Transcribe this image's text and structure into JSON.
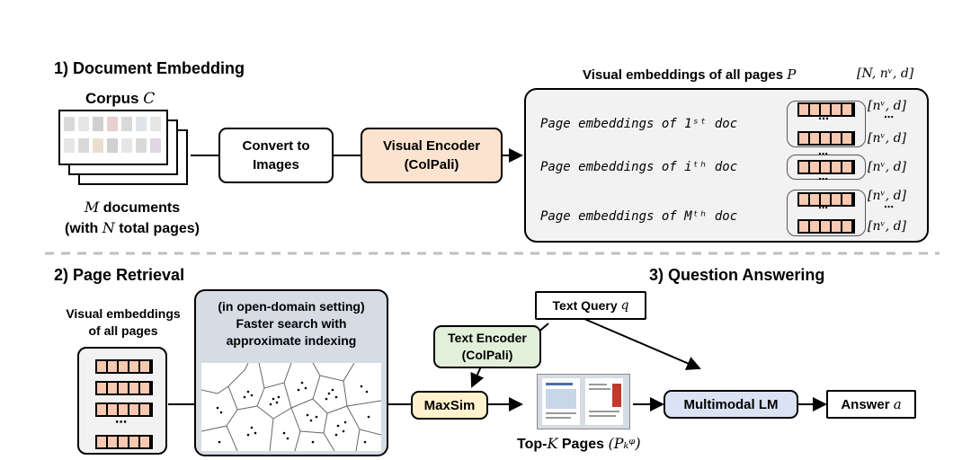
{
  "section1": {
    "title": "1) Document Embedding",
    "corpus_label": "Corpus",
    "corpus_symbol": "C",
    "docs_line1_sym": "M",
    "docs_line1_text": "documents",
    "docs_line2_pre": "(with",
    "docs_line2_sym": "N",
    "docs_line2_post": "total pages)",
    "convert_line1": "Convert to",
    "convert_line2": "Images",
    "encoder_line1": "Visual Encoder",
    "encoder_line2": "(ColPali)",
    "panel_title": "Visual embeddings of all pages",
    "panel_symbol": "P",
    "panel_shape": "[N, nᵛ, d]",
    "rows": [
      {
        "label": "Page embeddings of 1ˢᵗ doc",
        "dim_top": "[nᵛ, d]",
        "dim_bottom": "[nᵛ, d]"
      },
      {
        "label": "Page embeddings of iᵗʰ doc",
        "dim_top": "[nᵛ, d]"
      },
      {
        "label": "Page embeddings of Mᵗʰ doc",
        "dim_top": "[nᵛ, d]",
        "dim_bottom": "[nᵛ, d]"
      }
    ],
    "colors": {
      "encoder_fill": "#fbe3cf",
      "panel_fill": "#f2f2f2",
      "cell_fill": "#f8c9b0"
    }
  },
  "section2": {
    "title": "2) Page Retrieval",
    "vis_emb_line1": "Visual embeddings",
    "vis_emb_line2": "of all pages",
    "search_line1": "(in open-domain setting)",
    "search_line2": "Faster search with",
    "search_line3": "approximate indexing",
    "text_query_label": "Text Query",
    "text_query_symbol": "q",
    "text_encoder_line1": "Text Encoder",
    "text_encoder_line2": "(ColPali)",
    "maxsim_label": "MaxSim",
    "topk_pre": "Top-",
    "topk_sym": "K",
    "topk_post": "Pages",
    "topk_math": "(Pₖᵠ)",
    "colors": {
      "search_fill": "#d6dce4",
      "text_encoder_fill": "#e2efd9",
      "maxsim_fill": "#fff2cc"
    }
  },
  "section3": {
    "title": "3) Question Answering",
    "mlm_label": "Multimodal LM",
    "answer_label": "Answer",
    "answer_symbol": "a",
    "colors": {
      "mlm_fill": "#dae3f3"
    }
  }
}
